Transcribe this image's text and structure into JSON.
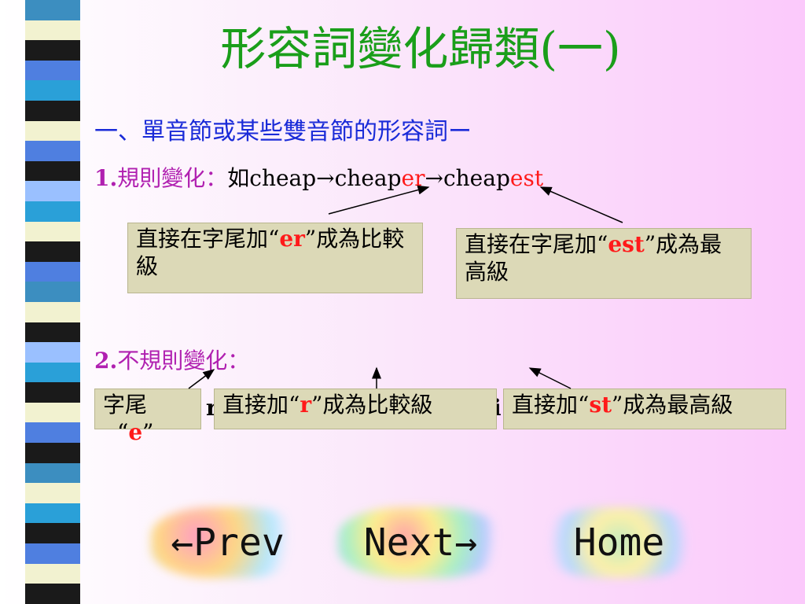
{
  "title": "形容詞變化歸類(一)",
  "subheading": "一、單音節或某些雙音節的形容詞ー",
  "rule1": {
    "number": "1.",
    "label": "規則變化：",
    "example_prefix": "如",
    "base": "cheap→cheap",
    "er": "er",
    "arrow": "→cheap",
    "est": "est"
  },
  "box_er": {
    "prefix": "直接在字尾加“",
    "mark": "er",
    "suffix": "”成為比較級"
  },
  "box_est": {
    "prefix": "直接在字尾加“",
    "mark": "est",
    "suffix": "”成為最高級"
  },
  "rule2": {
    "number": "2.",
    "label": "不規則變化："
  },
  "box_e": {
    "line1": "字尾",
    "quote_open": "“",
    "mark": "e",
    "quote_close": "”"
  },
  "box_r": {
    "prefix": "直接加“",
    "mark": "r",
    "suffix": "”成為比較級"
  },
  "box_st": {
    "prefix": "直接加“",
    "mark": "st",
    "suffix": "”成為最高級"
  },
  "hidden_fragment_left": "r",
  "hidden_fragment_right": "i",
  "nav": {
    "prev": "←Prev",
    "next": "Next→",
    "home": "Home"
  },
  "colors": {
    "title": "#1a9e1a",
    "subheading": "#1a2bd8",
    "rule_label": "#b020b0",
    "highlight": "#ff1a1a",
    "box_bg": "#dcd9b7"
  },
  "stripes": [
    "#3c8ec0",
    "#f2f2d0",
    "#1a1a1a",
    "#4f7fe0",
    "#2aa0d8",
    "#1a1a1a",
    "#f2f2d0",
    "#4f7fe0",
    "#1a1a1a",
    "#9ac0ff",
    "#2aa0d8",
    "#f2f2d0",
    "#1a1a1a",
    "#4f7fe0",
    "#3c8ec0",
    "#f2f2d0",
    "#1a1a1a",
    "#9ac0ff",
    "#2aa0d8",
    "#1a1a1a",
    "#f2f2d0",
    "#4f7fe0",
    "#1a1a1a",
    "#3c8ec0",
    "#f2f2d0",
    "#2aa0d8",
    "#1a1a1a",
    "#4f7fe0",
    "#f2f2d0",
    "#1a1a1a"
  ]
}
